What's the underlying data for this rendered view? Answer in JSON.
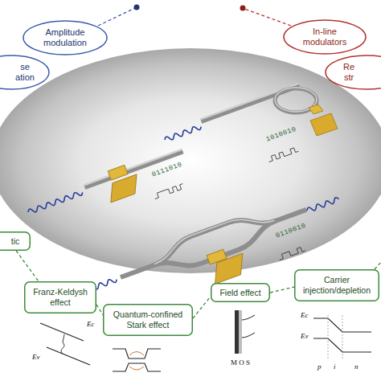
{
  "diagram": {
    "nodes": [
      {
        "text": [
          "Amplitude modulation"
        ]
      },
      {
        "text": [
          "se ation"
        ]
      },
      {
        "text": [
          "In-line modulators"
        ]
      },
      {
        "text": [
          "Re str"
        ]
      },
      {
        "text": [
          "tic"
        ]
      },
      {
        "text": [
          "Franz-Keldysh effect"
        ]
      },
      {
        "text": [
          "Quantum-confined Stark effect"
        ]
      },
      {
        "text": [
          "Field effect"
        ]
      },
      {
        "text": [
          "Carrier injection/depletion"
        ]
      }
    ],
    "edges": [
      {
        "from": 4,
        "to": 5,
        "arrow": "none"
      },
      {
        "from": 5,
        "to": 6,
        "arrow": "none"
      },
      {
        "from": 6,
        "to": 7,
        "arrow": "none"
      },
      {
        "from": 7,
        "to": 8,
        "arrow": "none"
      }
    ],
    "labels": [
      "0111010",
      "1010010",
      "0110010",
      "Ec",
      "Ev",
      "M O S",
      "Ec",
      "Ev",
      "p",
      "i",
      "n"
    ]
  }
}
